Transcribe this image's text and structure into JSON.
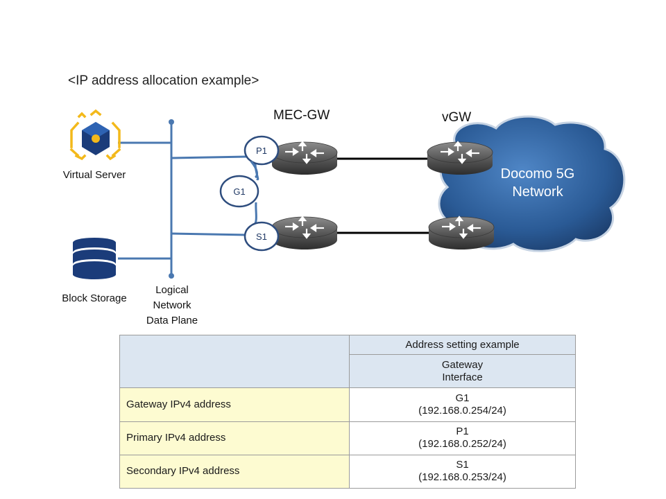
{
  "title": "<IP address allocation example>",
  "labels": {
    "virtual_server": "Virtual Server",
    "block_storage": "Block Storage",
    "logical_network": [
      "Logical",
      "Network",
      "Data Plane"
    ],
    "mec_gw": "MEC-GW",
    "vgw": "vGW",
    "cloud": [
      "Docomo 5G",
      "Network"
    ]
  },
  "nodes": {
    "p1": "P1",
    "g1": "G1",
    "s1": "S1"
  },
  "colors": {
    "line_blue": "#4a78b0",
    "node_border": "#2e4d7e",
    "cloud_blue": "#2a5a95",
    "header_fill": "#dce6f1",
    "label_fill": "#fdfbd1",
    "server_icon_yellow": "#f3b91b",
    "storage_blue": "#1b3c7a"
  },
  "icons": [
    "virtual-server-icon",
    "database-icon",
    "router-icon",
    "cloud-icon"
  ],
  "table": {
    "header_top": "Address setting example",
    "header_sub": [
      "Gateway",
      "Interface"
    ],
    "rows": [
      {
        "label": "Gateway IPv4 address",
        "value": [
          "G1",
          "(192.168.0.254/24)"
        ]
      },
      {
        "label": "Primary IPv4 address",
        "value": [
          "P1",
          "(192.168.0.252/24)"
        ]
      },
      {
        "label": "Secondary IPv4 address",
        "value": [
          "S1",
          "(192.168.0.253/24)"
        ]
      }
    ]
  }
}
